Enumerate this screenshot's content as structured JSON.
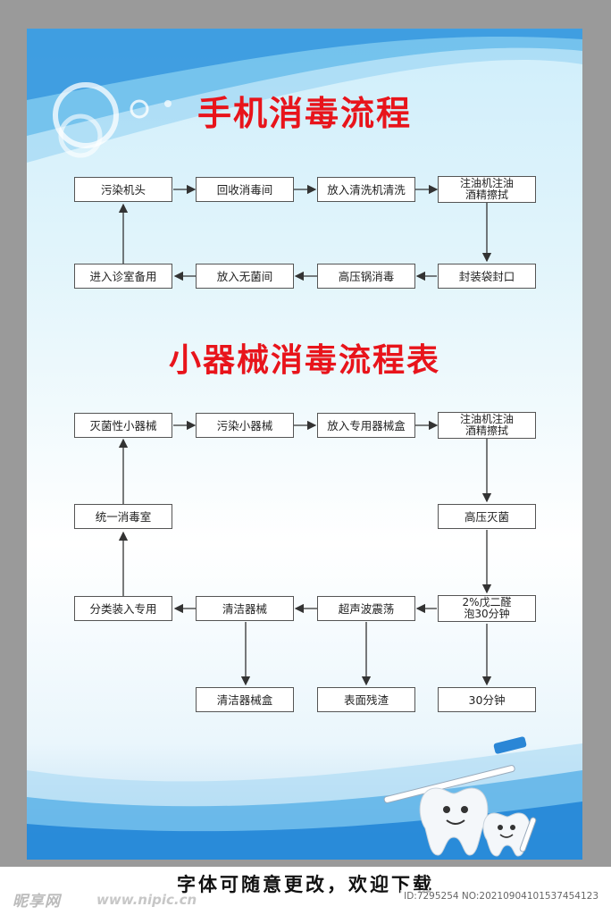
{
  "section1": {
    "title": "手机消毒流程",
    "steps": {
      "s1": "污染机头",
      "s2": "回收消毒间",
      "s3": "放入清洗机清洗",
      "s4": "注油机注油\n酒精擦拭",
      "s5": "封装袋封口",
      "s6": "高压锅消毒",
      "s7": "放入无菌间",
      "s8": "进入诊室备用"
    }
  },
  "section2": {
    "title": "小器械消毒流程表",
    "steps": {
      "t1": "灭菌性小器械",
      "t2": "污染小器械",
      "t3": "放入专用器械盒",
      "t4": "注油机注油\n酒精擦拭",
      "t5": "高压灭菌",
      "t6": "2%戊二醛\n泡30分钟",
      "t7": "超声波震荡",
      "t8": "清洁器械",
      "t9": "分类装入专用",
      "t10": "统一消毒室",
      "t11": "清洁器械盒",
      "t12": "表面残渣",
      "t13": "30分钟"
    }
  },
  "footer": {
    "text": "字体可随意更改，欢迎下载"
  },
  "watermark": {
    "logo": "昵享网",
    "url": "www.nipic.cn",
    "id": "ID:7295254 NO:20210904101537454123"
  },
  "colors": {
    "title": "#e8141b",
    "box_border": "#555555",
    "arrow": "#333333"
  }
}
